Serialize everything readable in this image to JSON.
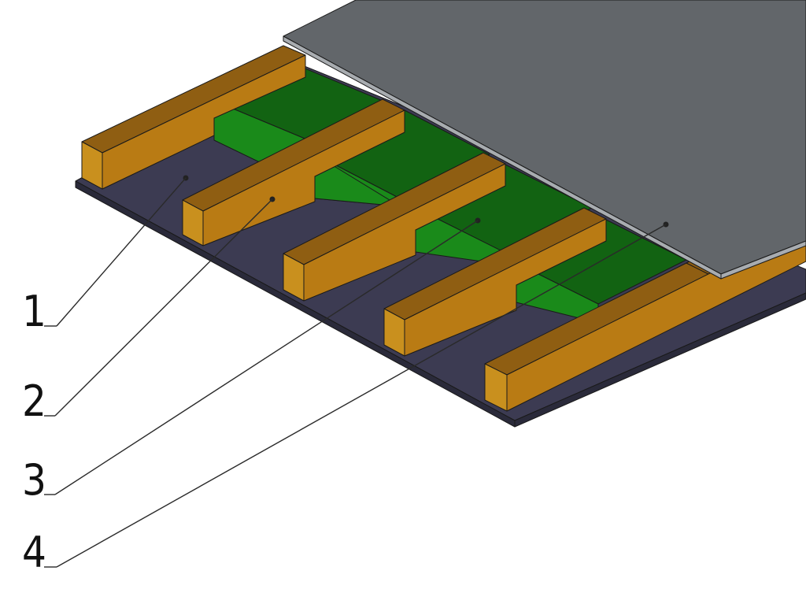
{
  "diagram": {
    "callouts": [
      {
        "label": "1"
      },
      {
        "label": "2"
      },
      {
        "label": "3"
      },
      {
        "label": "4"
      }
    ],
    "colors": {
      "base_plate_top": "#3c3b52",
      "base_plate_edge": "#2a2a3a",
      "joist_top": "#8f5e12",
      "joist_front": "#b97b14",
      "joist_end": "#c9901e",
      "insulation_top": "#126312",
      "insulation_front": "#1a8a1a",
      "sheathing_top": "#62666a",
      "sheathing_edge": "#a8acb0"
    }
  }
}
